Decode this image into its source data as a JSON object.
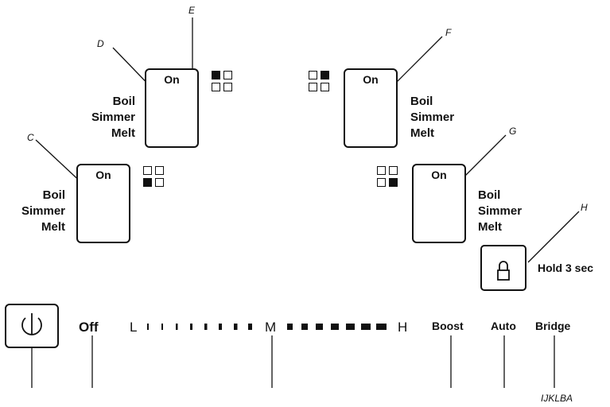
{
  "zones": {
    "D": {
      "on": "On",
      "labels": [
        "Boil",
        "Simmer",
        "Melt"
      ],
      "indicator": [
        1,
        0,
        0,
        0
      ]
    },
    "F": {
      "on": "On",
      "labels": [
        "Boil",
        "Simmer",
        "Melt"
      ],
      "indicator": [
        0,
        1,
        0,
        0
      ]
    },
    "C": {
      "on": "On",
      "labels": [
        "Boil",
        "Simmer",
        "Melt"
      ],
      "indicator": [
        0,
        0,
        1,
        0
      ]
    },
    "G": {
      "on": "On",
      "labels": [
        "Boil",
        "Simmer",
        "Melt"
      ],
      "indicator": [
        0,
        0,
        0,
        1
      ]
    }
  },
  "callouts": {
    "c": "C",
    "d": "D",
    "e": "E",
    "f": "F",
    "g": "G",
    "h": "H"
  },
  "lock": {
    "label": "Hold 3 sec",
    "icon": "lock-icon"
  },
  "power": {
    "icon": "power-icon"
  },
  "controls": {
    "off": "Off",
    "low": "L",
    "mid": "M",
    "high": "H",
    "boost": "Boost",
    "auto": "Auto",
    "bridge": "Bridge"
  },
  "figure_code": "IJKLBA"
}
